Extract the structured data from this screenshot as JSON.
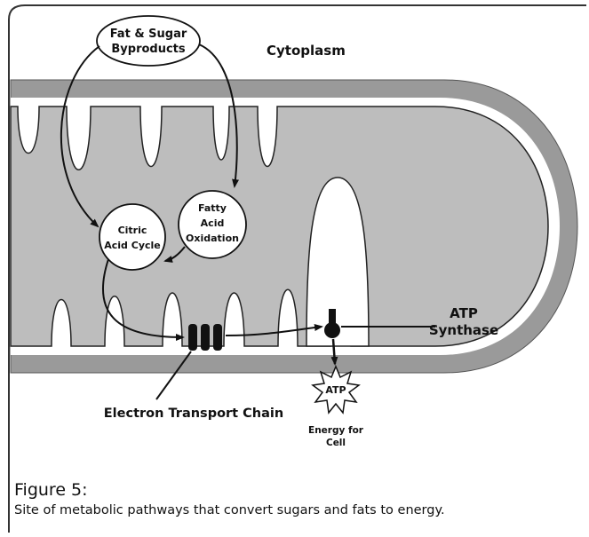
{
  "labels": {
    "fat_sugar_line1": "Fat & Sugar",
    "fat_sugar_line2": "Byproducts",
    "cytoplasm": "Cytoplasm",
    "fatty_line1": "Fatty",
    "fatty_line2": "Acid",
    "fatty_line3": "Oxidation",
    "citric_line1": "Citric",
    "citric_line2": "Acid Cycle",
    "atp_synthase_line1": "ATP",
    "atp_synthase_line2": "Synthase",
    "etc": "Electron Transport Chain",
    "atp_burst": "ATP",
    "energy_line1": "Energy for",
    "energy_line2": "Cell"
  },
  "caption": {
    "title": "Figure 5:",
    "text": "Site of metabolic pathways that convert sugars and fats to energy."
  },
  "colors": {
    "outer_membrane": "#9a9a9a",
    "matrix": "#bdbdbd",
    "inner_space": "#ffffff",
    "stroke": "#111111",
    "frame": "#333333"
  }
}
